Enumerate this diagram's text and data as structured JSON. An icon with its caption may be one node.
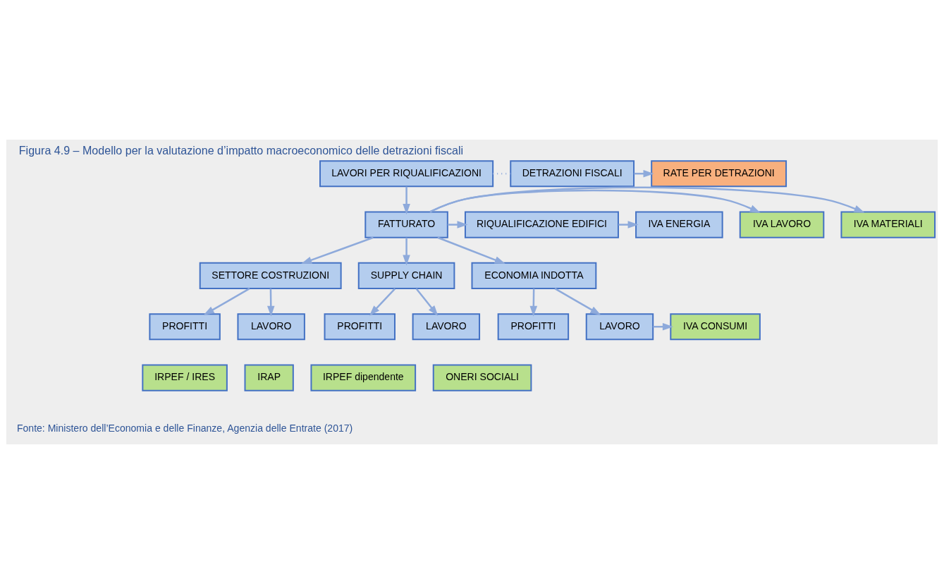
{
  "diagram": {
    "title": "Figura 4.9 – Modello per la valutazione d’impatto macroeconomico delle detrazioni fiscali",
    "caption": "Fonte: Ministero dell’Economia e delle Finanze, Agenzia delle Entrate (2017)",
    "nodes": [
      {
        "text": [
          "LAVORI PER RIQUALIFICAZIONI"
        ]
      },
      {
        "text": [
          "DETRAZIONI FISCALI"
        ]
      },
      {
        "text": [
          "RATE PER DETRAZIONI"
        ]
      },
      {
        "text": [
          "IVA MATERIALI"
        ]
      },
      {
        "text": [
          "IVA LAVORO"
        ]
      },
      {
        "text": [
          "FATTURATO"
        ]
      },
      {
        "text": [
          "RIQUALIFICAZIONE EDIFICI"
        ]
      },
      {
        "text": [
          "IVA ENERGIA"
        ]
      },
      {
        "text": [
          "SETTORE COSTRUZIONI"
        ]
      },
      {
        "text": [
          "SUPPLY CHAIN"
        ]
      },
      {
        "text": [
          "ECONOMIA INDOTTA"
        ]
      },
      {
        "text": [
          "PROFITTI"
        ]
      },
      {
        "text": [
          "LAVORO"
        ]
      },
      {
        "text": [
          "PROFITTI"
        ]
      },
      {
        "text": [
          "LAVORO"
        ]
      },
      {
        "text": [
          "PROFITTI"
        ]
      },
      {
        "text": [
          "LAVORO"
        ]
      },
      {
        "text": [
          "IVA CONSUMI"
        ]
      },
      {
        "text": [
          "IRPEF / IRES"
        ]
      },
      {
        "text": [
          "IRAP"
        ]
      },
      {
        "text": [
          "IRPEF dipendente"
        ]
      },
      {
        "text": [
          "ONERI SOCIALI"
        ]
      }
    ],
    "edges": [
      {
        "from": 0,
        "to": 1,
        "arrow": "none",
        "style": "dashed"
      },
      {
        "from": 1,
        "to": 2,
        "arrow": "to"
      },
      {
        "from": 0,
        "to": 5,
        "arrow": "to"
      },
      {
        "from": 5,
        "to": 3,
        "arrow": "to"
      },
      {
        "from": 5,
        "to": 4,
        "arrow": "to"
      },
      {
        "from": 5,
        "to": 6,
        "arrow": "to"
      },
      {
        "from": 6,
        "to": 7,
        "arrow": "to"
      },
      {
        "from": 5,
        "to": 8,
        "arrow": "to"
      },
      {
        "from": 5,
        "to": 9,
        "arrow": "to"
      },
      {
        "from": 5,
        "to": 10,
        "arrow": "to"
      },
      {
        "from": 8,
        "to": 11,
        "arrow": "to"
      },
      {
        "from": 8,
        "to": 12,
        "arrow": "to"
      },
      {
        "from": 9,
        "to": 13,
        "arrow": "to"
      },
      {
        "from": 9,
        "to": 14,
        "arrow": "to"
      },
      {
        "from": 10,
        "to": 15,
        "arrow": "to"
      },
      {
        "from": 10,
        "to": 16,
        "arrow": "to"
      },
      {
        "from": 16,
        "to": 17,
        "arrow": "to"
      }
    ]
  }
}
